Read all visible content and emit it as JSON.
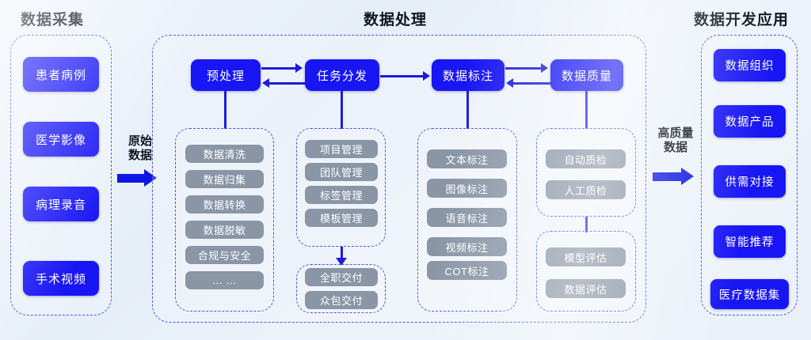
{
  "sections": {
    "collect": {
      "title": "数据采集",
      "items": [
        "患者病例",
        "医学影像",
        "病理录音",
        "手术视频"
      ]
    },
    "process": {
      "title": "数据处理",
      "stages": [
        {
          "name": "预处理",
          "children": [
            "数据清洗",
            "数据归集",
            "数据转换",
            "数据脱敏",
            "合规与安全",
            "… …"
          ]
        },
        {
          "name": "任务分发",
          "children": [
            "项目管理",
            "团队管理",
            "标签管理",
            "模板管理"
          ],
          "children2": [
            "全职交付",
            "众包交付"
          ]
        },
        {
          "name": "数据标注",
          "children": [
            "文本标注",
            "图像标注",
            "语音标注",
            "视频标注",
            "COT标注"
          ]
        },
        {
          "name": "数据质量",
          "children": [
            "自动质检",
            "人工质检"
          ],
          "children2": [
            "模型评估",
            "数据评估"
          ]
        }
      ]
    },
    "apply": {
      "title": "数据开发应用",
      "items": [
        "数据组织",
        "数据产品",
        "供需对接",
        "智能推荐",
        "医疗数据集"
      ]
    }
  },
  "flows": {
    "left_label_line1": "原始",
    "left_label_line2": "数据",
    "right_label_line1": "高质量",
    "right_label_line2": "数据"
  },
  "colors": {
    "primary_blue": "#1916f5",
    "arrow_blue": "#1b1bdc",
    "gray_chip": "#8a95a6",
    "dashed_border": "#4b55e8",
    "background": "#e9f0f9",
    "title_text": "#0e1320"
  }
}
